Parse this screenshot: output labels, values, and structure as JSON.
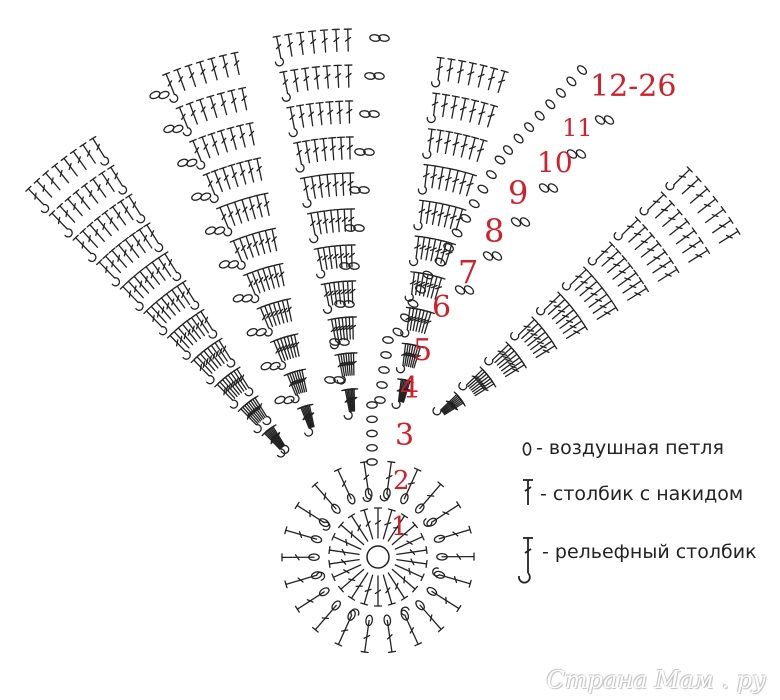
{
  "rows": [
    "1",
    "2",
    "3",
    "4",
    "5",
    "6",
    "7",
    "8",
    "9",
    "10",
    "11",
    "12-26"
  ],
  "legend": {
    "chain": "- воздушная петля",
    "dc": "- столбик с накидом",
    "post": "- рельефный столбик"
  },
  "watermark": "Страна Мам . ру",
  "colors": {
    "ink": "#222222",
    "row_number": "#d0202a"
  },
  "icons": [
    "chain-stitch-icon",
    "double-crochet-icon",
    "post-stitch-icon"
  ]
}
